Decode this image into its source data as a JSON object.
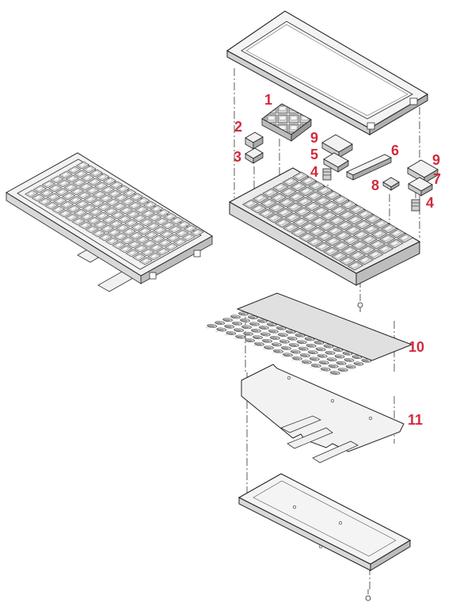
{
  "colors": {
    "callout": "#d22b3c",
    "line": "#333333",
    "fill_light": "#f2f2f2",
    "fill_mid": "#d9d9d9",
    "fill_dark": "#9a9a9a"
  },
  "callouts": [
    {
      "id": "c1",
      "text": "1"
    },
    {
      "id": "c2",
      "text": "2"
    },
    {
      "id": "c3",
      "text": "3"
    },
    {
      "id": "c9a",
      "text": "9"
    },
    {
      "id": "c5",
      "text": "5"
    },
    {
      "id": "c4a",
      "text": "4"
    },
    {
      "id": "c6",
      "text": "6"
    },
    {
      "id": "c8",
      "text": "8"
    },
    {
      "id": "c9b",
      "text": "9"
    },
    {
      "id": "c7",
      "text": "7"
    },
    {
      "id": "c4b",
      "text": "4"
    },
    {
      "id": "c10",
      "text": "10"
    },
    {
      "id": "c11",
      "text": "11"
    }
  ]
}
